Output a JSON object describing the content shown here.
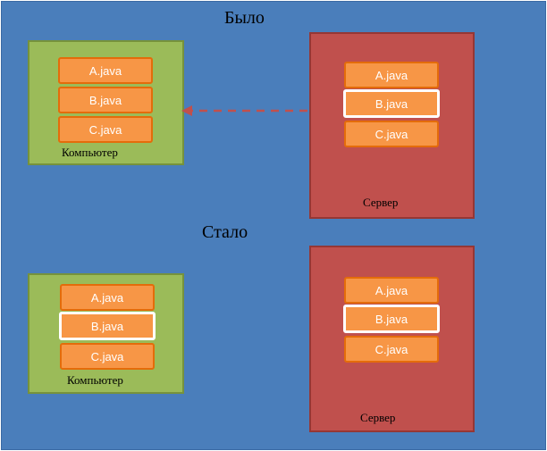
{
  "before": {
    "heading": "Было",
    "computer": {
      "label": "Компьютер",
      "files": [
        "A.java",
        "B.java",
        "C.java"
      ]
    },
    "server": {
      "label": "Сервер",
      "files": [
        "A.java",
        "B.java",
        "C.java"
      ]
    }
  },
  "after": {
    "heading": "Стало",
    "computer": {
      "label": "Компьютер",
      "files": [
        "A.java",
        "B.java",
        "C.java"
      ]
    },
    "server": {
      "label": "Сервер",
      "files": [
        "A.java",
        "B.java",
        "C.java"
      ]
    }
  },
  "colors": {
    "background": "#4a7ebb",
    "computer": "#9bbb59",
    "server": "#c0504d",
    "file": "#f79646",
    "arrow": "#c0504d",
    "highlight": "#ffffff"
  }
}
